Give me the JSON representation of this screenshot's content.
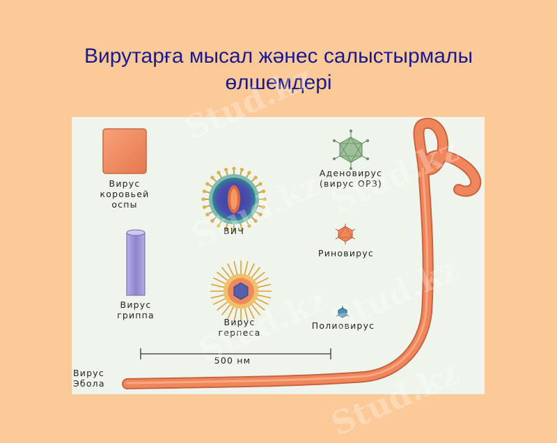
{
  "title": {
    "line1": "Вирутарға мысал жəнес салыстырмалы",
    "line2": "өлшемдері"
  },
  "labels": {
    "cowpox": [
      "Вирус",
      "коровьей",
      "оспы"
    ],
    "hiv": "ВИЧ",
    "adenovirus": [
      "Аденовирус",
      "(вирус ОРЗ)"
    ],
    "rhinovirus": "Риновирус",
    "influenza": [
      "Вирус",
      "гриппа"
    ],
    "herpes": [
      "Вирус",
      "герпеса"
    ],
    "poliovirus": "Полиовирус",
    "scale": "500 нм",
    "ebola": [
      "Вирус",
      "Эбола"
    ]
  },
  "watermark": "Stud.kz",
  "colors": {
    "background": "#fcc998",
    "panel": "#eff5ec",
    "title": "#1a1a8c",
    "ebola": "#f08a5d",
    "cowpox": "#f08a5d",
    "influenza": "#9f96d8"
  }
}
